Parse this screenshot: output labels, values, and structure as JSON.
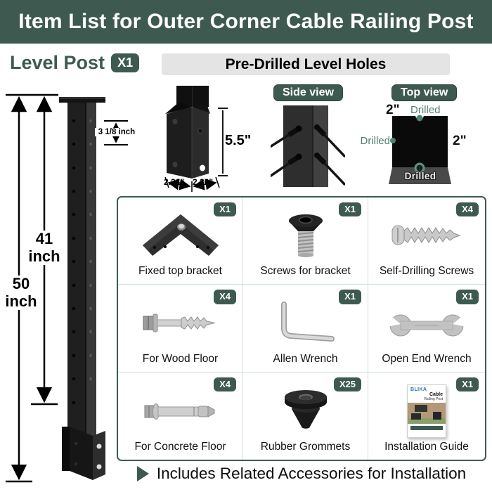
{
  "header": {
    "title": "Item List for Outer Corner Cable Railing Post"
  },
  "level_post": {
    "label": "Level Post",
    "qty": "X1"
  },
  "predrilled": {
    "title": "Pre-Drilled Level Holes"
  },
  "post_diagram": {
    "total_height_label": "50\ninch",
    "upper_height_label": "41\ninch",
    "hole_spacing_label": "3 1/8 inch"
  },
  "corner_detail": {
    "height": "5.5\"",
    "width_left": "2.36\"",
    "width_right": "2.36\""
  },
  "side_view": {
    "label": "Side view"
  },
  "top_view": {
    "label": "Top view",
    "dim_top": "2\"",
    "dim_right": "2\"",
    "drilled_top": "Drilled",
    "drilled_left": "Drilled",
    "drilled_bottom": "Drilled"
  },
  "accessories": {
    "items": [
      {
        "name": "Fixed top bracket",
        "qty": "X1"
      },
      {
        "name": "Screws for bracket",
        "qty": "X1"
      },
      {
        "name": "Self-Drilling Screws",
        "qty": "X4"
      },
      {
        "name": "For Wood Floor",
        "qty": "X4"
      },
      {
        "name": "Allen Wrench",
        "qty": "X1"
      },
      {
        "name": "Open End Wrench",
        "qty": "X1"
      },
      {
        "name": "For Concrete Floor",
        "qty": "X4"
      },
      {
        "name": "Rubber Grommets",
        "qty": "X25"
      },
      {
        "name": "Installation Guide",
        "qty": "X1"
      }
    ]
  },
  "guide_booklet": {
    "brand": "BLIKA",
    "title": "Cable",
    "subtitle": "Railing Post"
  },
  "footer": {
    "note": "Includes Related Accessories for Installation"
  },
  "colors": {
    "accent": "#3e5a50",
    "drilled_green": "#4d8271",
    "divider": "#cfe3da",
    "bar_gray": "#e4e4e4"
  }
}
